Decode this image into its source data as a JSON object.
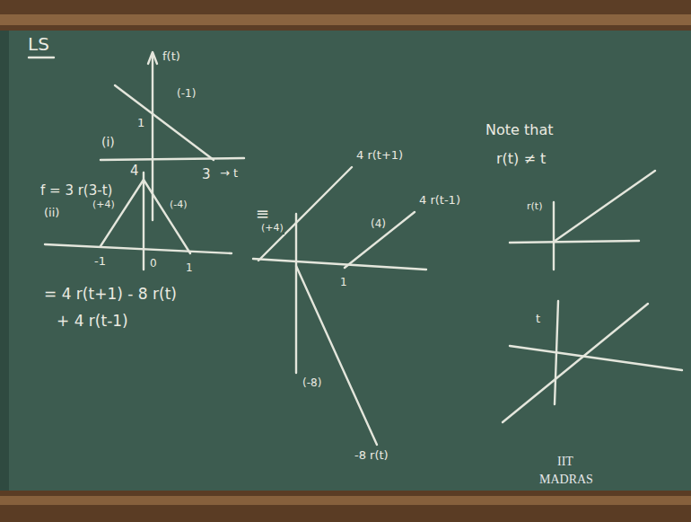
{
  "diagram": {
    "labels": [
      "LS",
      "f(t)",
      "(-1)",
      "1",
      "(i)",
      "3",
      "→ t",
      "f = 3 r(3-t)",
      "(ii)",
      "4",
      "(+4)",
      "(-4)",
      "-1",
      "0",
      "1",
      "= 4 r(t+1) - 8 r(t)",
      "+ 4 r(t-1)",
      "≡",
      "(+4)",
      "4 r(t+1)",
      "(4)",
      "4 r(t-1)",
      "1",
      "(-8)",
      "-8 r(t)",
      "Note that",
      "r(t) ≠ t",
      "r(t)",
      "t",
      "IIT",
      "MADRAS"
    ]
  }
}
